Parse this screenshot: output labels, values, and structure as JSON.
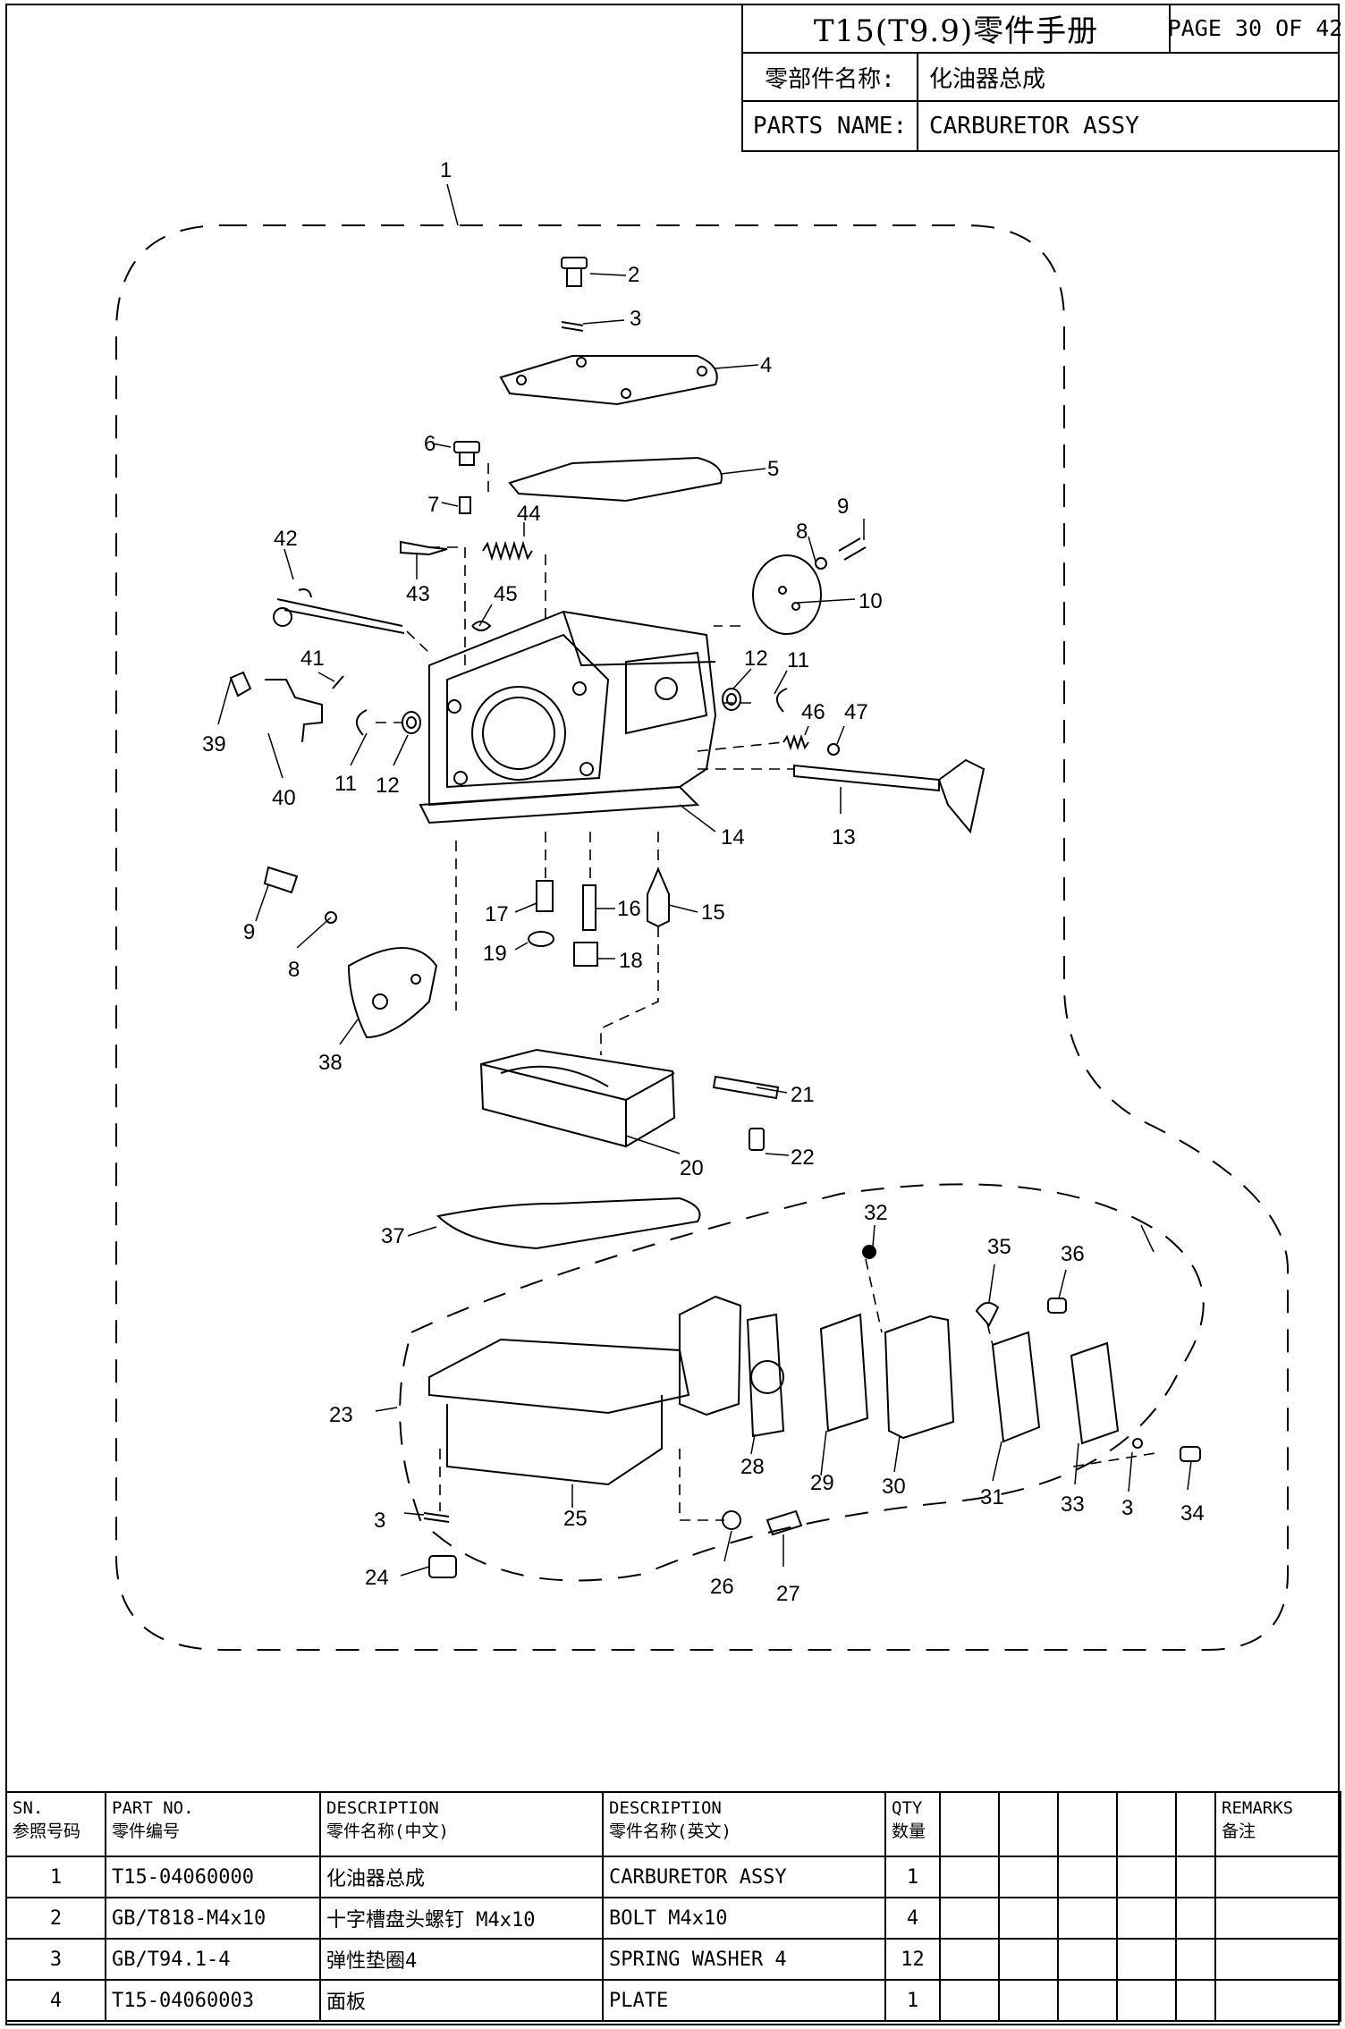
{
  "title_block": {
    "manual_title": "T15(T9.9)零件手册",
    "page": "PAGE 30 OF 42",
    "name_label_cn": "零部件名称:",
    "name_value_cn": "化油器总成",
    "name_label_en": "PARTS NAME:",
    "name_value_en": "CARBURETOR ASSY"
  },
  "diagram": {
    "callouts": [
      "1",
      "2",
      "3",
      "4",
      "5",
      "6",
      "7",
      "8",
      "9",
      "10",
      "11",
      "12",
      "13",
      "14",
      "15",
      "16",
      "17",
      "18",
      "19",
      "20",
      "21",
      "22",
      "23",
      "24",
      "25",
      "26",
      "27",
      "28",
      "29",
      "30",
      "31",
      "32",
      "33",
      "34",
      "35",
      "36",
      "37",
      "38",
      "39",
      "40",
      "41",
      "42",
      "43",
      "44",
      "45",
      "46",
      "47"
    ]
  },
  "parts_table": {
    "headers": {
      "sn_en": "SN.",
      "sn_cn": "参照号码",
      "part_no_en": "PART NO.",
      "part_no_cn": "零件编号",
      "desc_cn_en": "DESCRIPTION",
      "desc_cn_cn": "零件名称(中文)",
      "desc_en_en": "DESCRIPTION",
      "desc_en_cn": "零件名称(英文)",
      "qty_en": "QTY",
      "qty_cn": "数量",
      "remarks_en": "REMARKS",
      "remarks_cn": "备注"
    },
    "rows": [
      {
        "sn": "1",
        "part_no": "T15-04060000",
        "desc_cn": "化油器总成",
        "desc_en": "CARBURETOR ASSY",
        "qty": "1"
      },
      {
        "sn": "2",
        "part_no": "GB/T818-M4x10",
        "desc_cn": "十字槽盘头螺钉 M4x10",
        "desc_en": "BOLT M4x10",
        "qty": "4"
      },
      {
        "sn": "3",
        "part_no": "GB/T94.1-4",
        "desc_cn": "弹性垫圈4",
        "desc_en": "SPRING WASHER 4",
        "qty": "12"
      },
      {
        "sn": "4",
        "part_no": "T15-04060003",
        "desc_cn": "面板",
        "desc_en": "PLATE",
        "qty": "1"
      }
    ]
  }
}
